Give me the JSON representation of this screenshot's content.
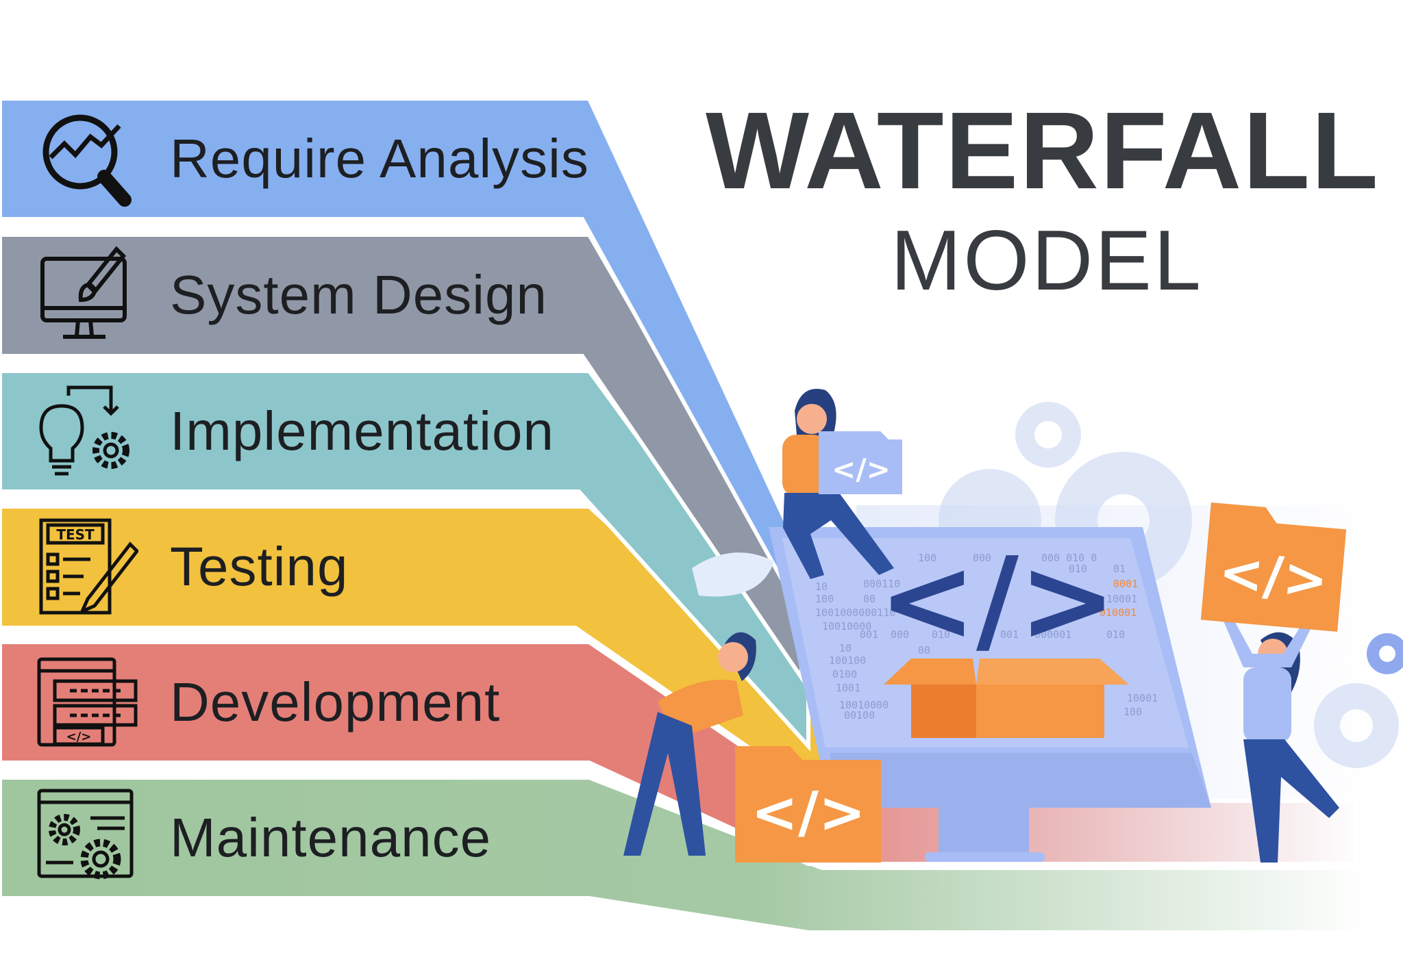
{
  "title": {
    "main": "WATERFALL",
    "sub": "MODEL"
  },
  "phases": [
    {
      "label": "Require Analysis",
      "icon": "magnifier-chart-icon",
      "color": "#86aff0"
    },
    {
      "label": "System Design",
      "icon": "monitor-paintbrush-icon",
      "color": "#9098a7"
    },
    {
      "label": "Implementation",
      "icon": "lightbulb-gear-icon",
      "color": "#8cc6cb"
    },
    {
      "label": "Testing",
      "icon": "test-checklist-icon",
      "color": "#f2c13d"
    },
    {
      "label": "Development",
      "icon": "code-window-icon",
      "color": "#e47f78"
    },
    {
      "label": "Maintenance",
      "icon": "settings-window-icon",
      "color": "#9fc69f"
    }
  ],
  "illustration": {
    "code_symbol": "</>",
    "binary": [
      "10",
      "100",
      "000",
      "000 010 0",
      "00",
      "010",
      "01",
      "10",
      "000110",
      "0001",
      "100",
      "00",
      "10001",
      "1001000000110",
      "010001",
      "10010000",
      "001",
      "000",
      "010",
      "001",
      "000001",
      "010",
      "100100",
      "0100",
      "1001",
      "10010000",
      "00100",
      "10001",
      "100"
    ],
    "colors": {
      "navy": "#2b4590",
      "orange": "#f59744",
      "screen": "#b9c8f7",
      "monitor": "#a8bdf5",
      "gear": "#dfe7f7"
    }
  }
}
